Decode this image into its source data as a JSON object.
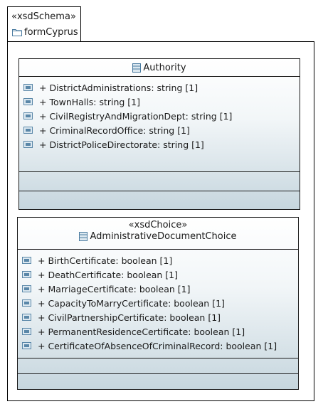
{
  "package": {
    "stereotype": "«xsdSchema»",
    "name": "formCyprus",
    "icon": "folder-icon"
  },
  "classes": [
    {
      "stereotype": "",
      "name": "Authority",
      "icon": "class-icon",
      "attributes": [
        "+ DistrictAdministrations: string [1]",
        "+ TownHalls: string [1]",
        "+ CivilRegistryAndMigrationDept: string [1]",
        "+ CriminalRecordOffice: string [1]",
        "+ DistrictPoliceDirectorate: string [1]"
      ]
    },
    {
      "stereotype": "«xsdChoice»",
      "name": "AdministrativeDocumentChoice",
      "icon": "class-icon",
      "attributes": [
        "+ BirthCertificate: boolean [1]",
        "+ DeathCertificate: boolean [1]",
        "+ MarriageCertificate: boolean [1]",
        "+ CapacityToMarryCertificate: boolean [1]",
        "+ CivilPartnershipCertificate: boolean [1]",
        "+ PermanentResidenceCertificate: boolean [1]",
        "+ CertificateOfAbsenceOfCriminalRecord: boolean [1]"
      ]
    }
  ],
  "colors": {
    "border": "#1a1a1a",
    "gradient_top": "#ffffff",
    "gradient_bottom": "#c6d6de",
    "icon_blue": "#5a87a8"
  }
}
